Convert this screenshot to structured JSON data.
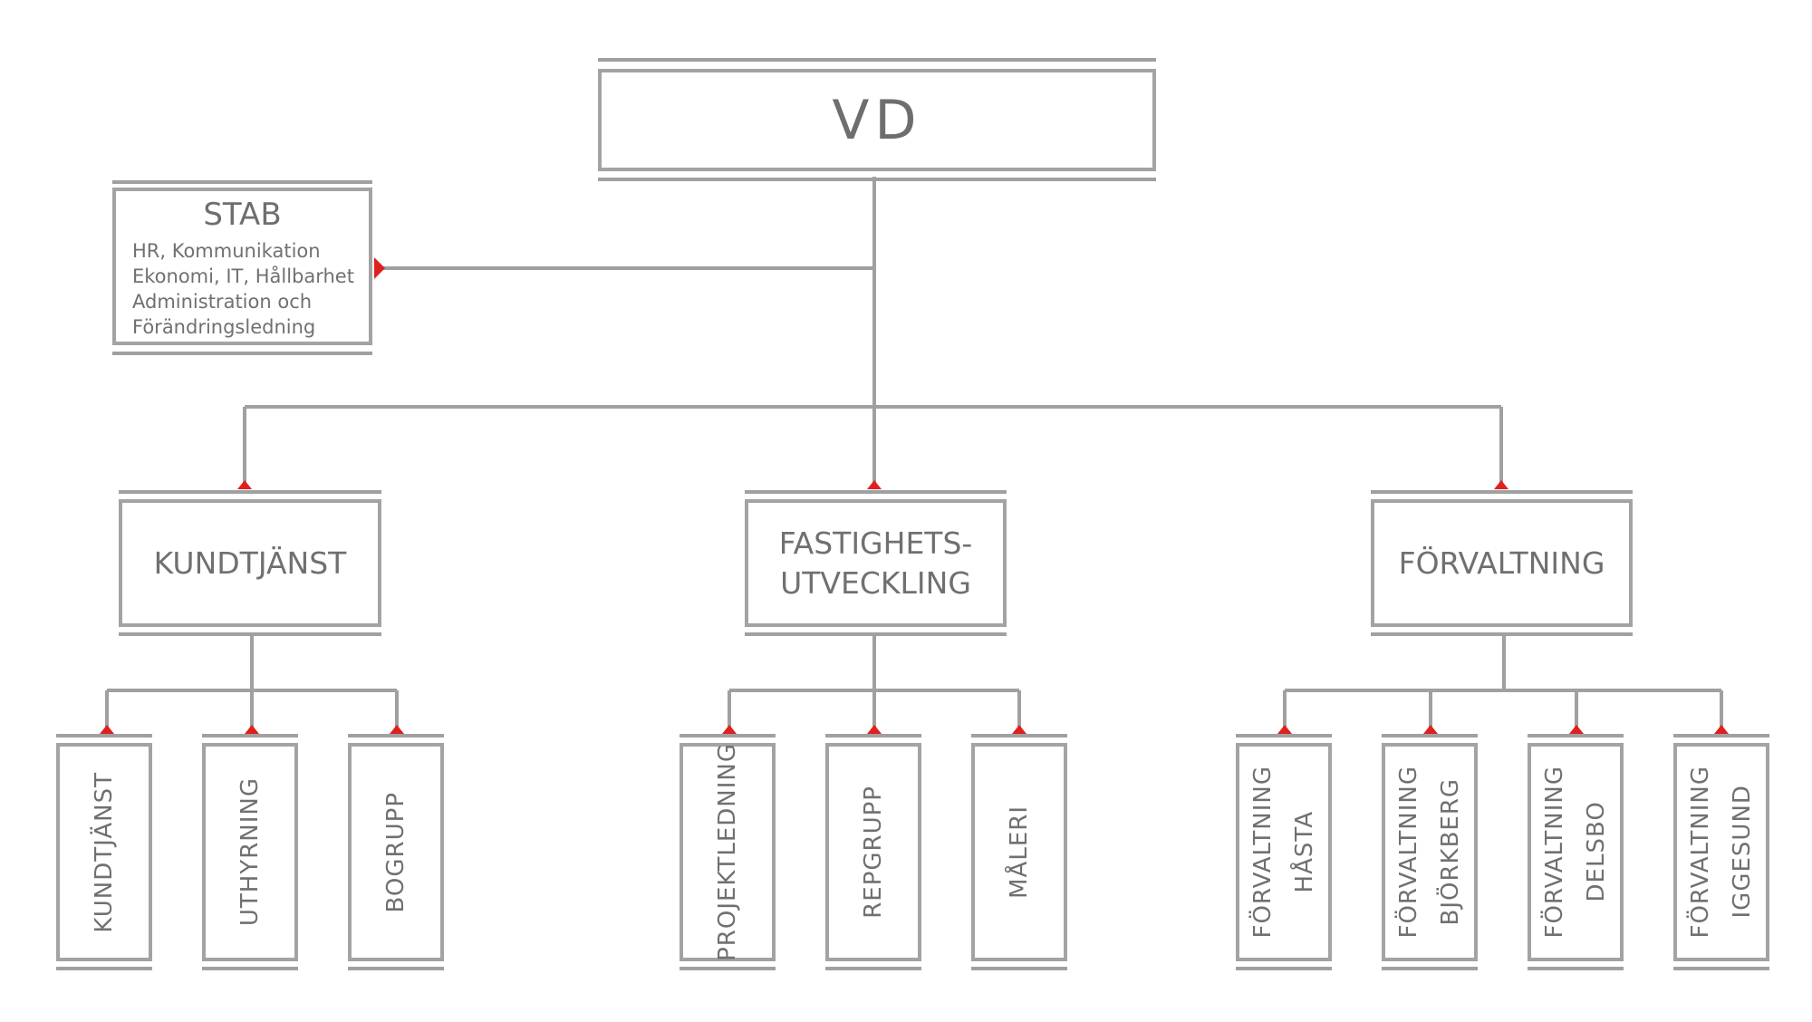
{
  "vd": {
    "label": "VD"
  },
  "stab": {
    "title": "STAB",
    "lines": [
      "HR, Kommunikation",
      "Ekonomi, IT, Hållbarhet",
      "Administration och",
      "Förändringsledning"
    ]
  },
  "departments": [
    {
      "label": "KUNDTJÄNST",
      "units": [
        "KUNDTJÄNST",
        "UTHYRNING",
        "BOGRUPP"
      ]
    },
    {
      "label": "FASTIGHETS-\nUTVECKLING",
      "units": [
        "PROJEKTLEDNING",
        "REPGRUPP",
        "MÅLERI"
      ]
    },
    {
      "label": "FÖRVALTNING",
      "units": [
        "FÖRVALTNING\nHÅSTA",
        "FÖRVALTNING\nBJÖRKBERG",
        "FÖRVALTNING\nDELSBO",
        "FÖRVALTNING\nIGGESUND"
      ]
    }
  ],
  "colors": {
    "line": "#a0a0a0",
    "border": "#a3a3a3",
    "text": "#707070",
    "accent": "#e02020"
  }
}
